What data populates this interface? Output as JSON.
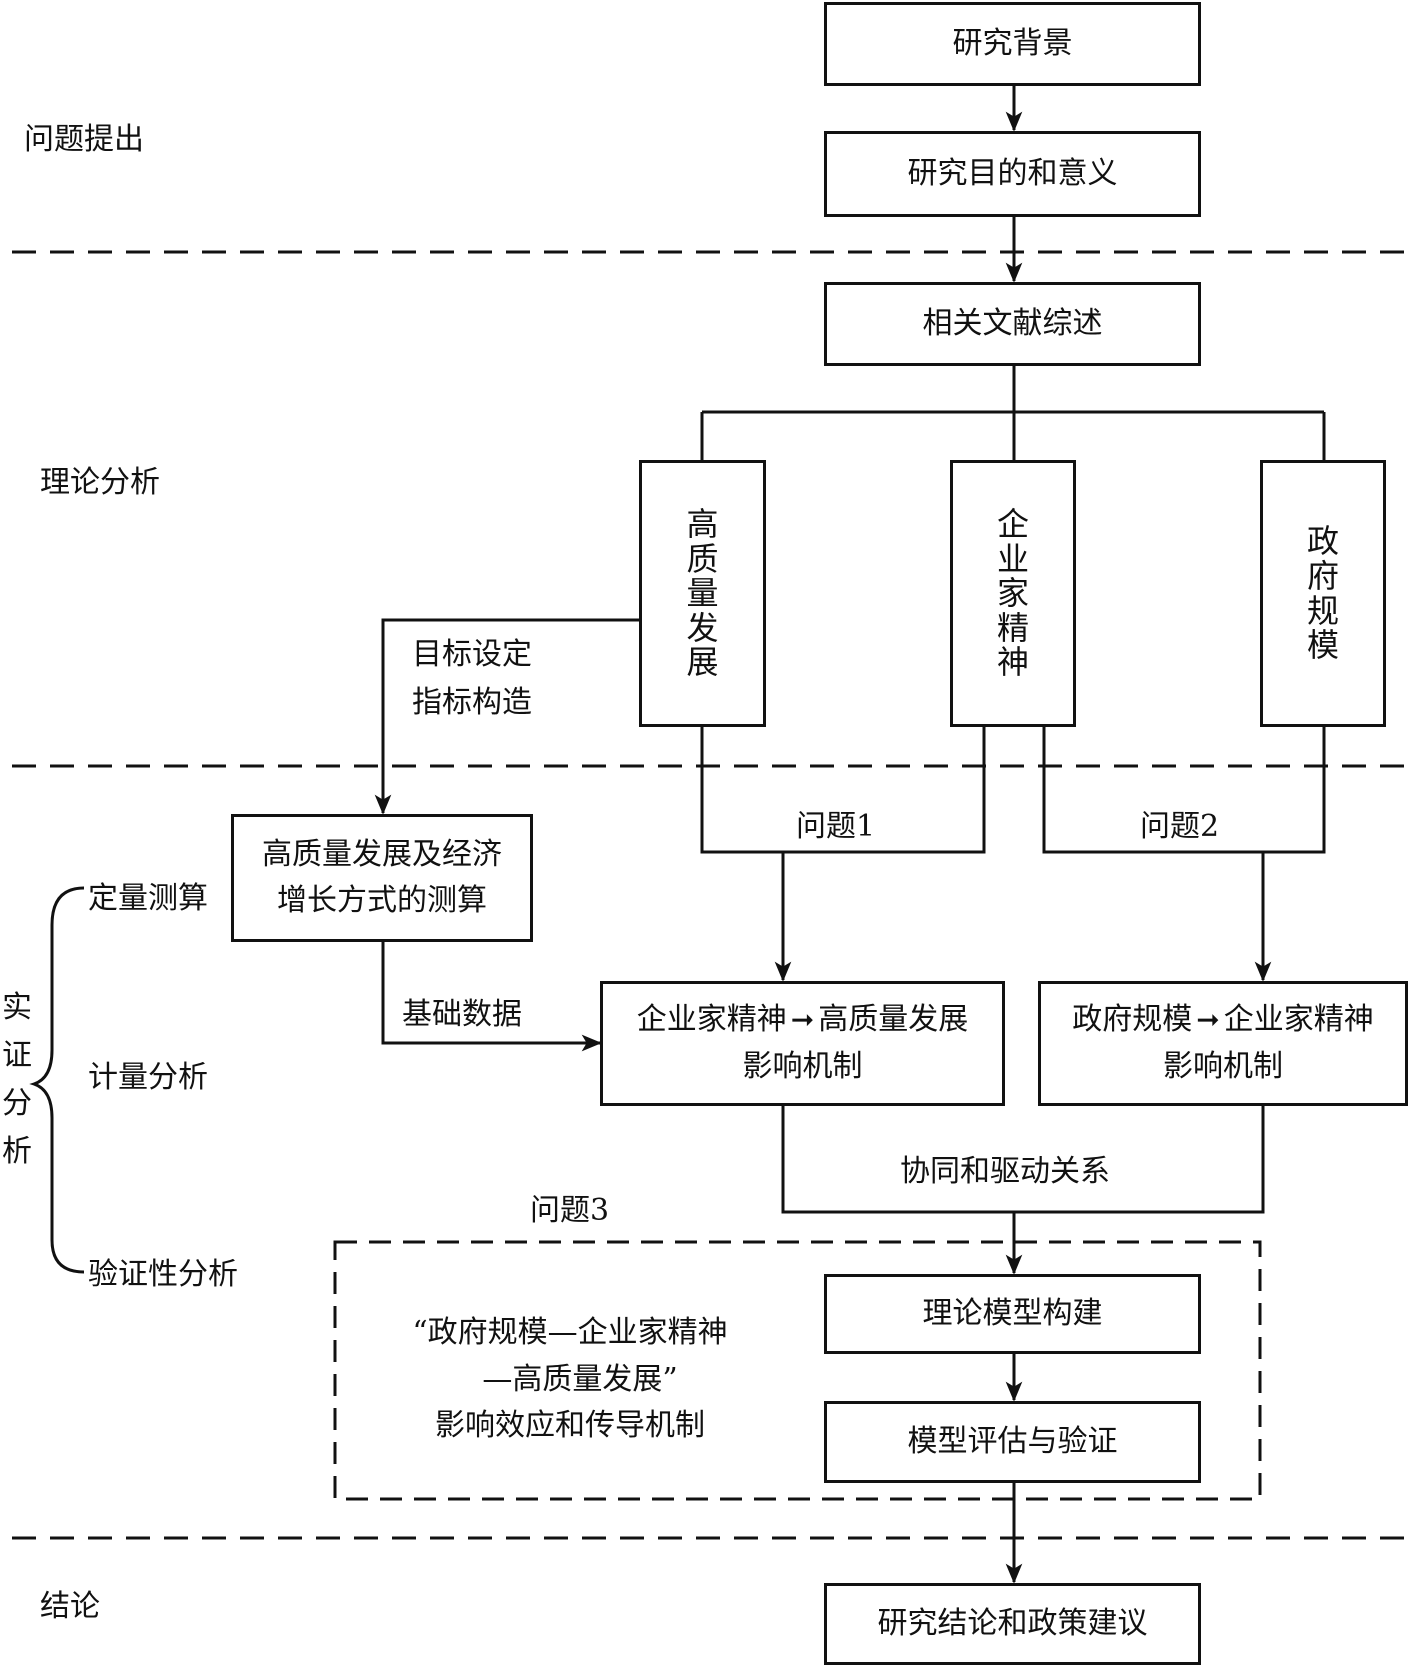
{
  "stages": {
    "s1": "问题提出",
    "s2": "理论分析",
    "s3": "实证分析",
    "s4": "结论"
  },
  "sub_stages": {
    "quant": "定量测算",
    "econ": "计量分析",
    "verify": "验证性分析"
  },
  "boxes": {
    "background": "研究背景",
    "purpose": "研究目的和意义",
    "review": "相关文献综述",
    "hqd": "高质量发展",
    "ent": "企业家精神",
    "gov": "政府规模",
    "measure_l1": "高质量发展及经济",
    "measure_l2": "增长方式的测算",
    "mech1_from": "企业家精神",
    "mech1_to": "高质量发展",
    "mech1_l2": "影响机制",
    "mech2_from": "政府规模",
    "mech2_to": "企业家精神",
    "mech2_l2": "影响机制",
    "model_build": "理论模型构建",
    "model_eval": "模型评估与验证",
    "conclusion": "研究结论和政策建议"
  },
  "labels": {
    "target_l1": "目标设定",
    "target_l2": "指标构造",
    "q1": "问题1",
    "q2": "问题2",
    "q3": "问题3",
    "base_data": "基础数据",
    "synergy": "协同和驱动关系",
    "effect_l1": "“政府规模—企业家精神",
    "effect_l2": "—高质量发展”",
    "effect_l3": "影响效应和传导机制"
  },
  "colors": {
    "line": "#111111",
    "background": "#ffffff"
  }
}
